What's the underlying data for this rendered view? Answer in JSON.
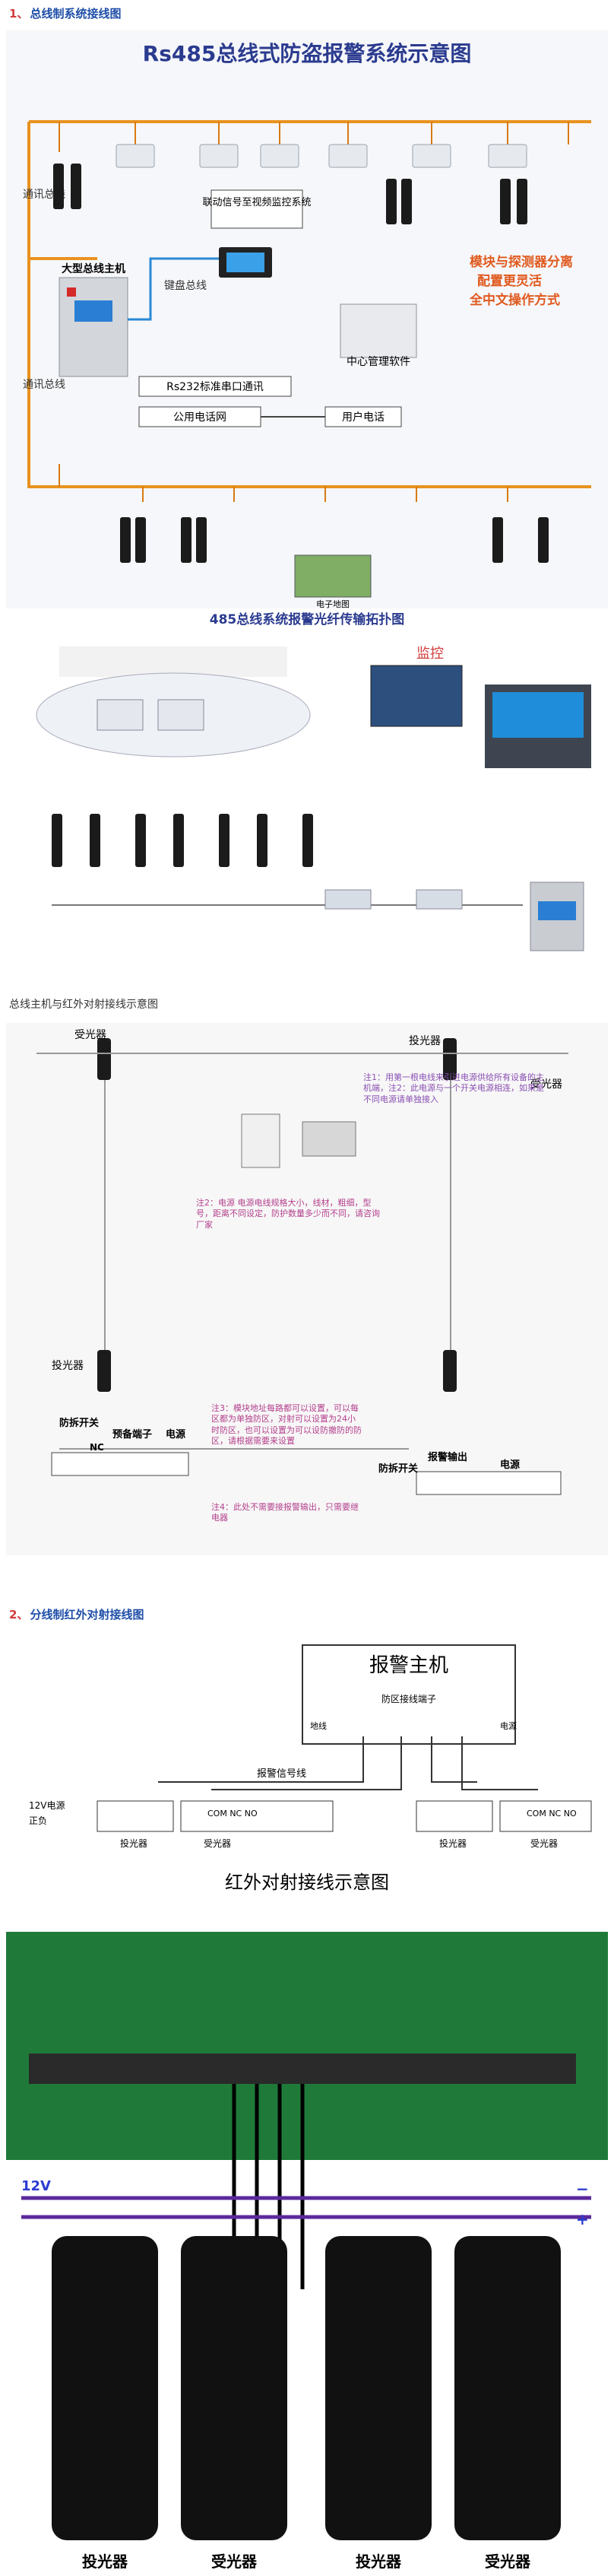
{
  "section1": {
    "number": "1、",
    "title": "总线制系统接线图",
    "fig1": {
      "title": "Rs485总线式防盗报警系统示意图",
      "bus_left": "通讯总线",
      "bus_left2": "通讯总线",
      "host": "大型总线主机",
      "keyboard_bus": "键盘总线",
      "linkage": "联动信号至视频监控系统",
      "center": "中心管理软件",
      "rs232": "Rs232标准串口通讯",
      "phone_net": "公用电话网",
      "user_phone": "用户电话",
      "slogan": [
        "模块与探测器分离",
        "配置更灵活",
        "全中文操作方式"
      ],
      "bottom_device": "电子地图"
    },
    "fig2": {
      "title": "485总线系统报警光纤传输拓扑图",
      "monitor": "监控"
    }
  },
  "diagram2": {
    "caption": "总线主机与红外对射接线示意图",
    "receiver": "受光器",
    "emitter": "投光器",
    "receiver2": "受光器",
    "emitter2": "投光器",
    "note1": "注1：用第一根电线来引进电源供给所有设备的主机端，注2：此电源与一个开关电源相连，如果是不同电源请单独接入",
    "note2": "注2：电源 电源电线规格大小，线材，粗细，型号，距离不同设定，防护数量多少而不同，请咨询厂家",
    "note3": "注3：模块地址每路都可以设置，可以每区都为单独防区，对射可以设置为24小时防区，也可以设置为可以设防撤防的防区，请根据需要来设置",
    "note4": "注4：此处不需要接报警输出，只需要继电器",
    "tamper": "防拆开关",
    "pre_terminal": "预备端子",
    "power": "电源",
    "nc": "NC",
    "alarm_out": "报警输出",
    "tamper2": "防拆开关",
    "power2": "电源"
  },
  "section2": {
    "number": "2、",
    "title": "分线制红外对射接线图",
    "fig": {
      "host": "报警主机",
      "zone_terminal": "防区接线端子",
      "ground": "地线",
      "power_label": "电源",
      "alarm_signal": "报警信号线",
      "v12": "12V电源",
      "polarity": "正负",
      "emitter": "投光器",
      "receiver": "受光器",
      "emitter2": "投光器",
      "receiver2": "受光器",
      "com": "COM NC NO",
      "caption": "红外对射接线示意图"
    },
    "photo": {
      "v12": "12V",
      "minus": "−",
      "plus": "+",
      "labels": [
        "投光器",
        "受光器",
        "投光器",
        "受光器"
      ]
    }
  }
}
